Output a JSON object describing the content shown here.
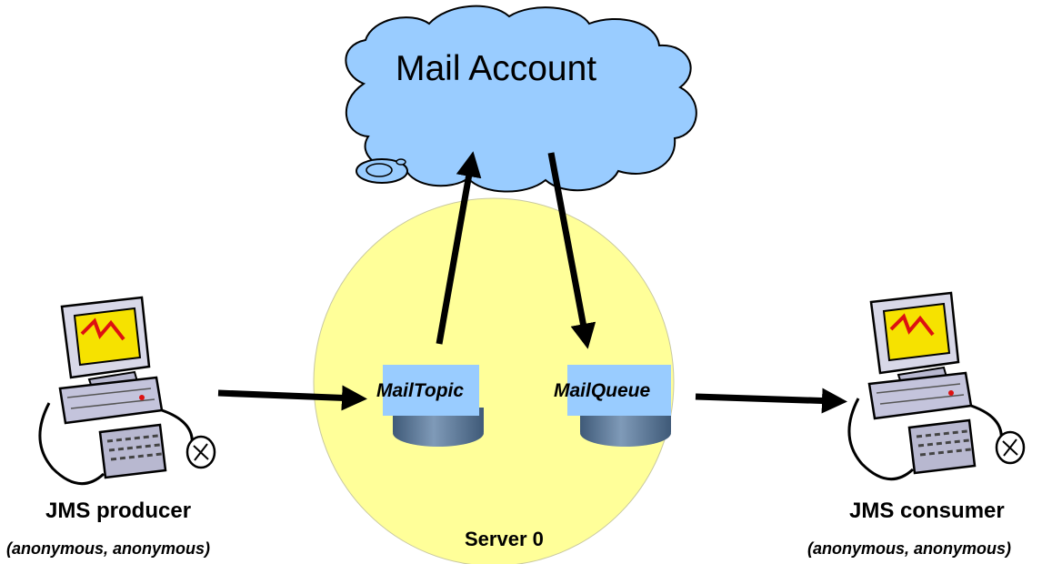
{
  "diagram": {
    "cloud": {
      "label": "Mail Account",
      "fill": "#99ccff"
    },
    "server": {
      "label": "Server 0",
      "fill": "#ffff99"
    },
    "destinations": {
      "topic": {
        "label": "MailTopic"
      },
      "queue": {
        "label": "MailQueue"
      }
    },
    "producer": {
      "label": "JMS producer",
      "credentials": "(anonymous, anonymous)"
    },
    "consumer": {
      "label": "JMS consumer",
      "credentials": "(anonymous, anonymous)"
    },
    "colors": {
      "destination_box": "#99ccff",
      "destination_base": "#5c7a9a",
      "arrow": "#000000"
    },
    "icons": {
      "producer": "computer-icon",
      "consumer": "computer-icon"
    }
  }
}
